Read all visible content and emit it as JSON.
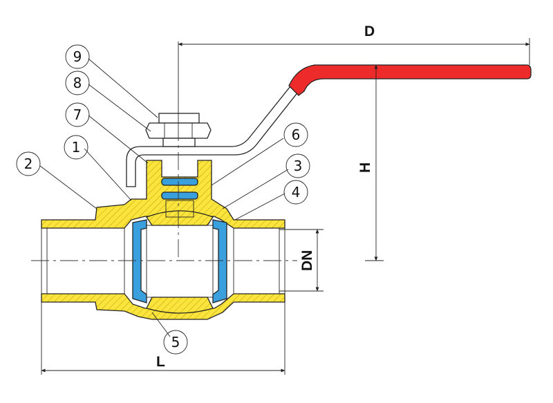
{
  "colors": {
    "body": "#fbe43c",
    "handle": "#ee2b2b",
    "seal": "#3aa0dd",
    "line": "#222222"
  },
  "callouts": [
    "1",
    "2",
    "3",
    "4",
    "5",
    "6",
    "7",
    "8",
    "9"
  ],
  "dimensions": {
    "d": "D",
    "h": "H",
    "dn": "DN",
    "l": "L"
  }
}
